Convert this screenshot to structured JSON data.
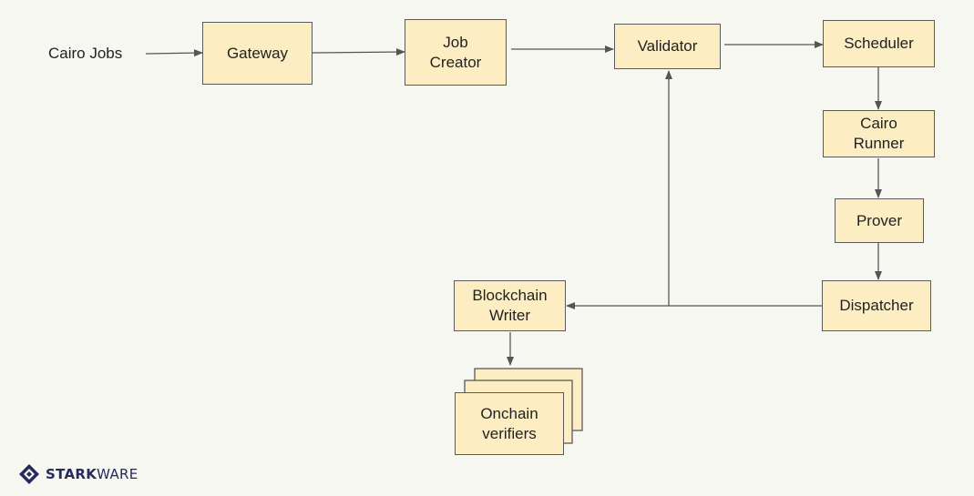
{
  "diagram": {
    "input_label": "Cairo Jobs",
    "nodes": {
      "gateway": "Gateway",
      "job_creator": "Job\nCreator",
      "validator": "Validator",
      "scheduler": "Scheduler",
      "cairo_runner": "Cairo\nRunner",
      "prover": "Prover",
      "dispatcher": "Dispatcher",
      "blockchain_writer": "Blockchain\nWriter",
      "onchain_verifiers": "Onchain\nverifiers"
    },
    "colors": {
      "node_fill": "#fcedc3",
      "node_border": "#5a5a5a",
      "arrow": "#555555",
      "background": "#f7f7f2"
    }
  },
  "brand": {
    "logo_bold": "STARK",
    "logo_light": "WARE",
    "logo_color": "#262a5c"
  }
}
